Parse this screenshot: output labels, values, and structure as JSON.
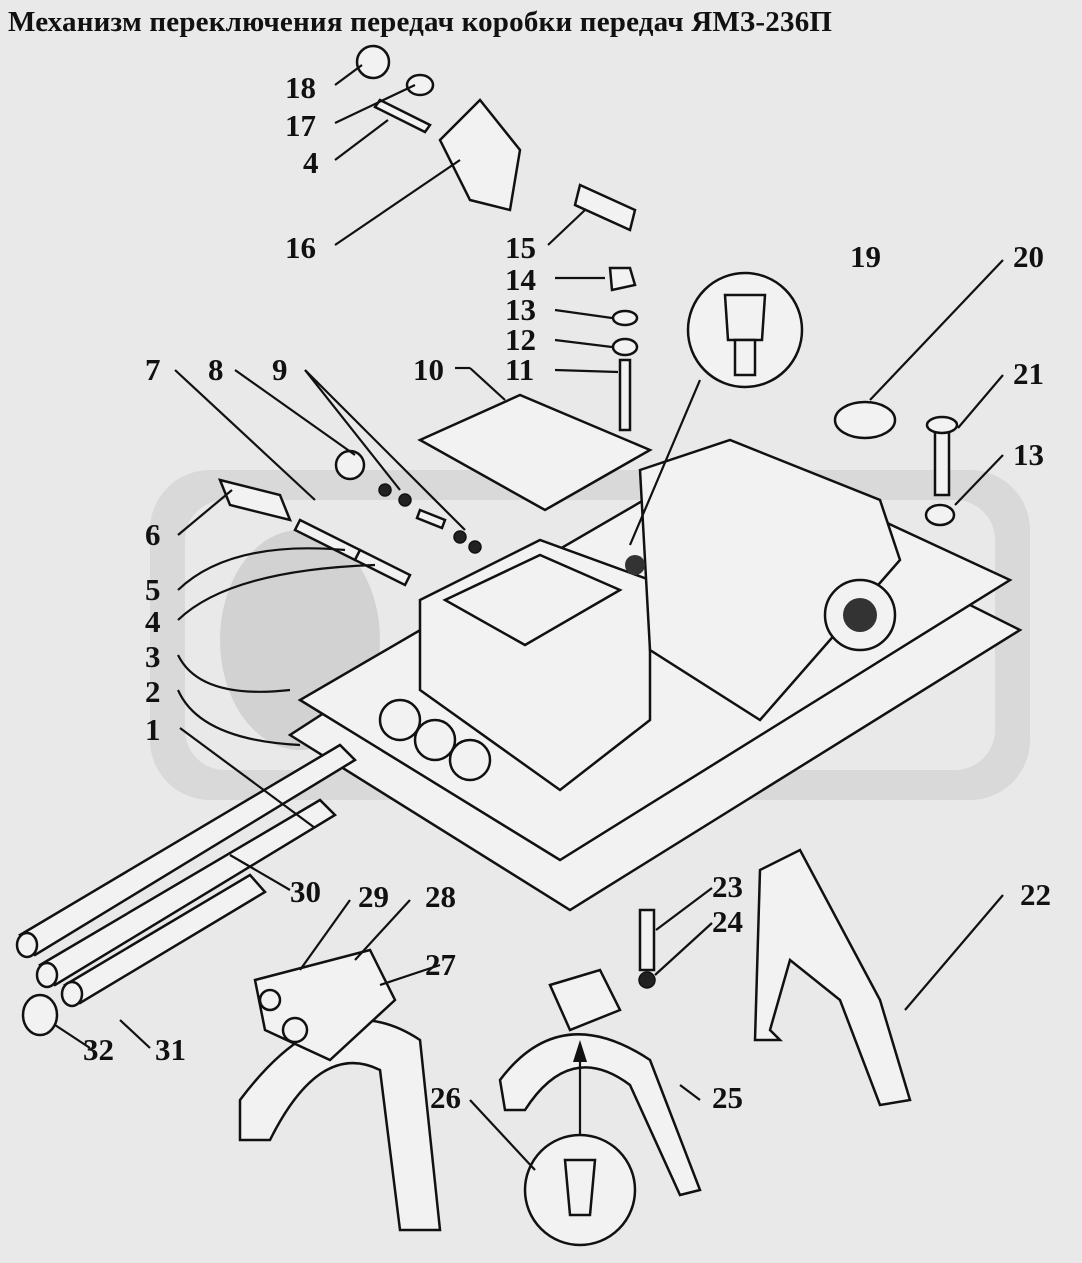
{
  "title": "Механизм переключения передач коробки передач ЯМЗ-236П",
  "labels": {
    "l1": "1",
    "l2": "2",
    "l3": "3",
    "l4a": "4",
    "l4b": "4",
    "l5": "5",
    "l6": "6",
    "l7": "7",
    "l8": "8",
    "l9": "9",
    "l10": "10",
    "l11": "11",
    "l12": "12",
    "l13a": "13",
    "l13b": "13",
    "l14": "14",
    "l15": "15",
    "l16": "16",
    "l17": "17",
    "l18": "18",
    "l19": "19",
    "l20": "20",
    "l21": "21",
    "l22": "22",
    "l23": "23",
    "l24": "24",
    "l25": "25",
    "l26": "26",
    "l27": "27",
    "l28": "28",
    "l29": "29",
    "l30": "30",
    "l31": "31",
    "l32": "32"
  }
}
